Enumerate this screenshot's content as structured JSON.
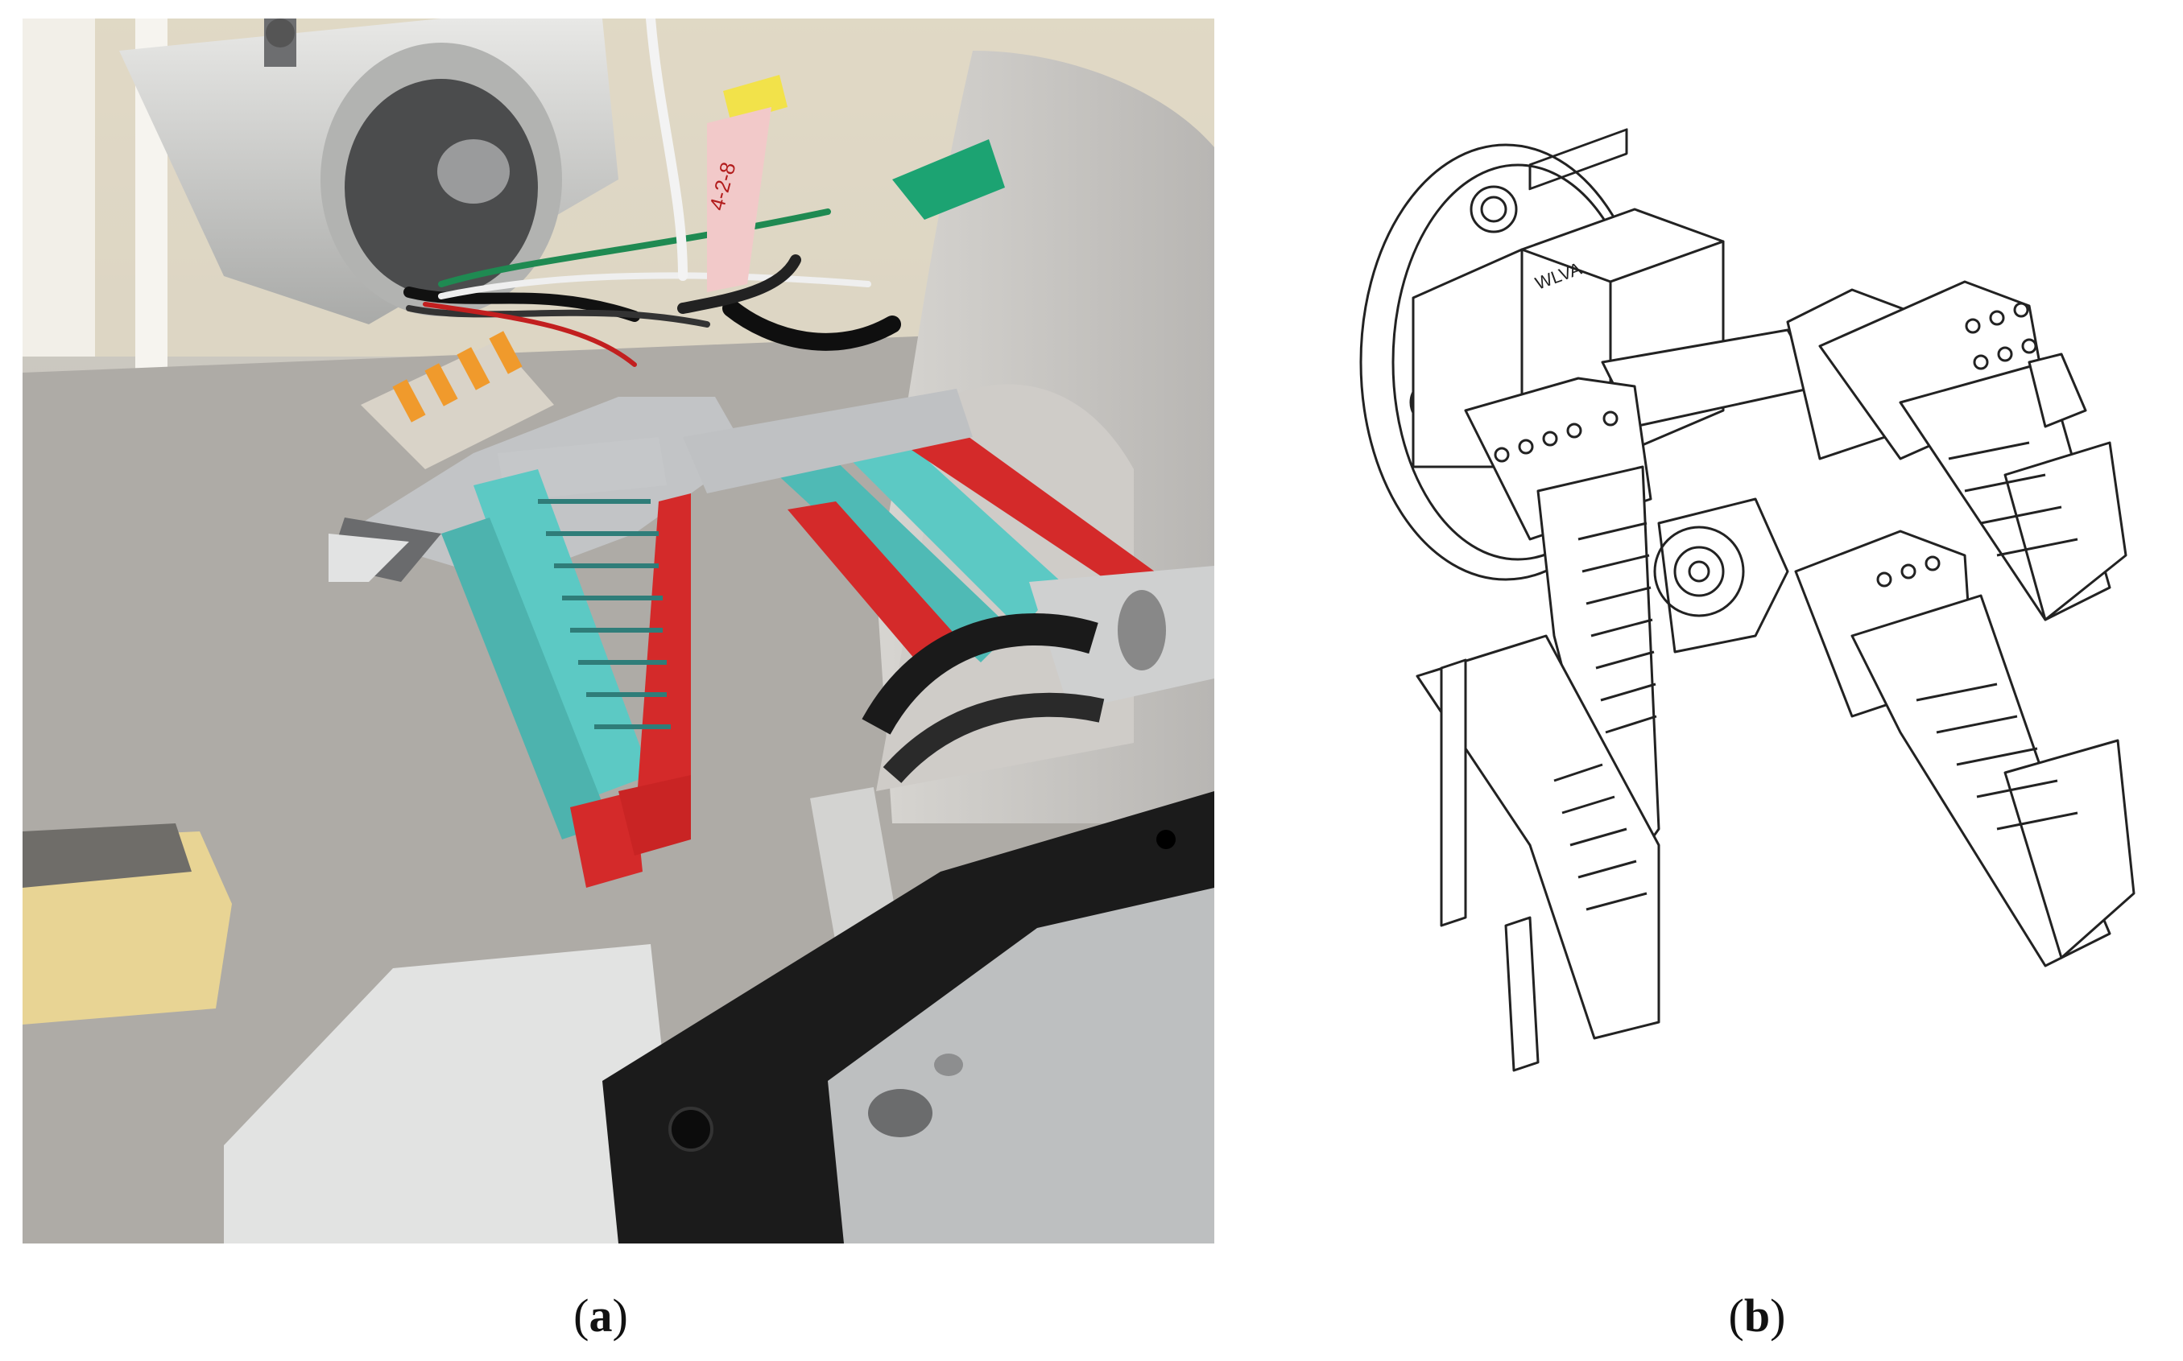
{
  "panels": [
    {
      "id": "a",
      "caption_open": "(",
      "caption_letter": "a",
      "caption_close": ")"
    },
    {
      "id": "b",
      "caption_open": "(",
      "caption_letter": "b",
      "caption_close": ")"
    }
  ],
  "drawing_label": "WLVA",
  "tag_text": "4-2-8",
  "colors": {
    "finger_teal": "#5cc9c4",
    "finger_red": "#d42a2a",
    "metal": "#b9bcbf",
    "plate_black": "#1b1b1b",
    "line_art": "#222222"
  }
}
